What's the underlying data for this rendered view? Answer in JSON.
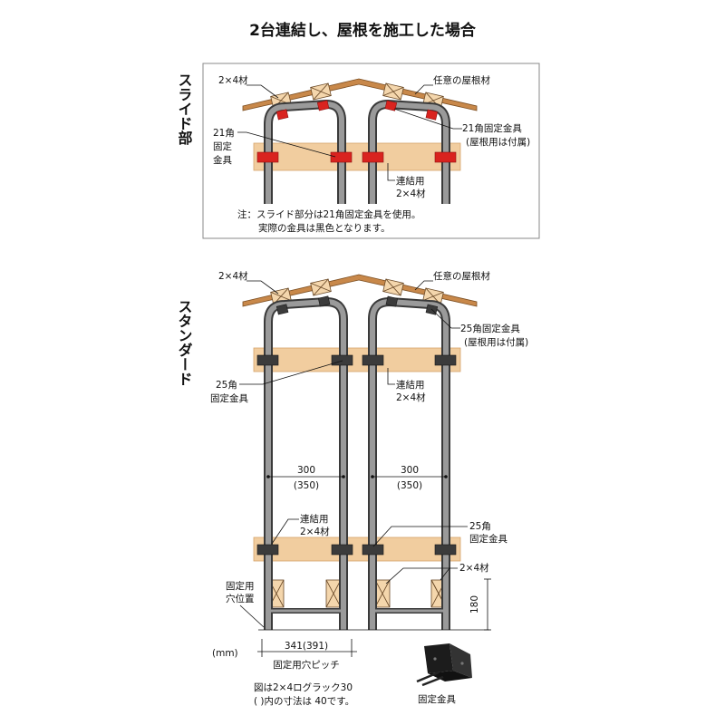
{
  "title": "2台連結し、屋根を施工した場合",
  "slide": {
    "section_label": "スライド部",
    "label_2x4": "2×4材",
    "label_roof": "任意の屋根材",
    "label_21_line1": "21角",
    "label_21_line2": "固定",
    "label_21_line3": "金具",
    "label_21fix_line1": "21角固定金具",
    "label_21fix_line2": "(屋根用は付属)",
    "label_connect_line1": "連結用",
    "label_connect_line2": "2×4材",
    "note_line1": "注：スライド部分は21角固定金具を使用。",
    "note_line2": "実際の金具は黒色となります。"
  },
  "standard": {
    "section_label": "スタンダード",
    "label_2x4_top": "2×4材",
    "label_roof": "任意の屋根材",
    "label_25fix_line1": "25角固定金具",
    "label_25fix_line2": "(屋根用は付属)",
    "label_25_left_line1": "25角",
    "label_25_left_line2": "固定金具",
    "label_connect_top_line1": "連結用",
    "label_connect_top_line2": "2×4材",
    "dim_300_left": "300",
    "dim_350_left": "(350)",
    "dim_300_right": "300",
    "dim_350_right": "(350)",
    "label_connect_low_line1": "連結用",
    "label_connect_low_line2": "2×4材",
    "label_25_right_line1": "25角",
    "label_25_right_line2": "固定金具",
    "label_2x4_low": "2×4材",
    "label_fixhole_line1": "固定用",
    "label_fixhole_line2": "穴位置",
    "dim_180": "180",
    "unit_mm": "(mm)",
    "dim_pitch": "341(391)",
    "label_pitch": "固定用穴ピッチ",
    "footnote_line1": "図は2×4ログラック30",
    "footnote_line2": "(  )内の寸法は 40です。",
    "label_bracket": "固定金具"
  }
}
